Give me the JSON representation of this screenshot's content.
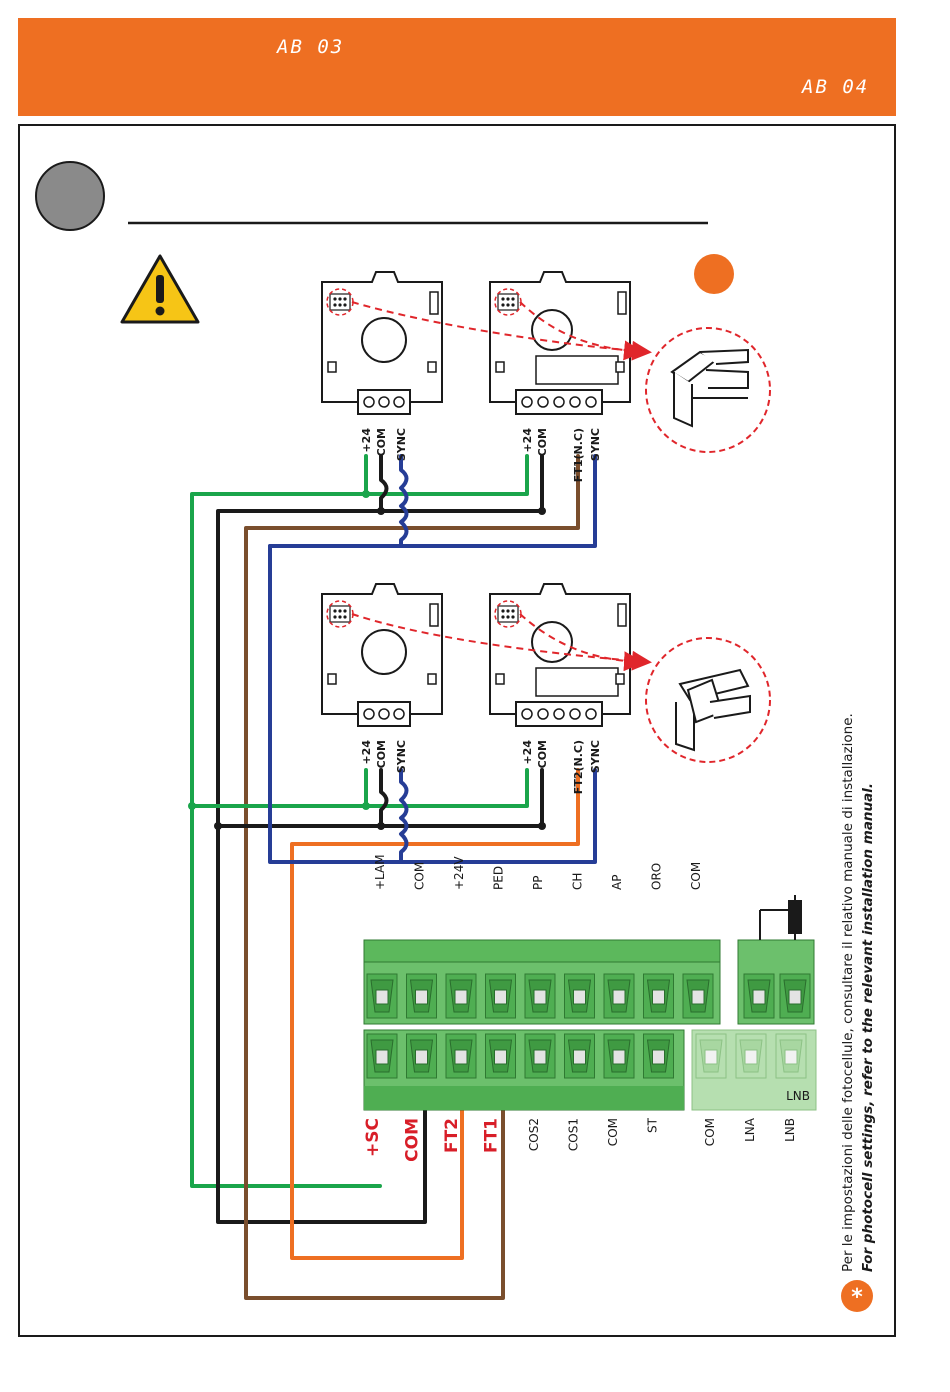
{
  "header": {
    "code_left": "AB 03",
    "code_right": "AB 04",
    "banner_color": "#ee6f22"
  },
  "colors": {
    "green": "#1aa54b",
    "black": "#1a1a1a",
    "brown": "#7a4e2d",
    "blue": "#263d96",
    "orange": "#ee6f22",
    "red_dashed": "#e0262b",
    "terminal_green": "#5cb85c",
    "warning_yellow": "#f6c516"
  },
  "icons": [
    "step-circle-icon",
    "warning-triangle-icon",
    "orange-dot-icon",
    "asterisk-icon",
    "jumper-connector-icon"
  ],
  "photocells": {
    "tx_labels": [
      "+24",
      "-COM",
      "SYNC"
    ],
    "rx1_labels": [
      "+24",
      "-COM",
      "FT1(N.C)",
      "SYNC"
    ],
    "rx2_labels": [
      "+24",
      "-COM",
      "FT2(N.C)",
      "SYNC"
    ]
  },
  "terminal_block": {
    "top_labels": [
      "+LAM",
      "COM",
      "+24V",
      "PED",
      "PP",
      "CH",
      "AP",
      "ORO",
      "COM"
    ],
    "bottom_highlight": [
      "+SC",
      "COM",
      "FT2",
      "FT1"
    ],
    "bottom_labels": [
      "COS2",
      "COS1",
      "COM",
      "ST"
    ],
    "side_labels": [
      "COM",
      "LNA",
      "LNB"
    ],
    "lnb_tag": "LNB"
  },
  "note": {
    "italian": "Per le impostazioni delle fotocellule, consultare il relativo manuale di installazione.",
    "english": "For photocell settings, refer to the relevant installation manual.",
    "asterisk": "*"
  }
}
